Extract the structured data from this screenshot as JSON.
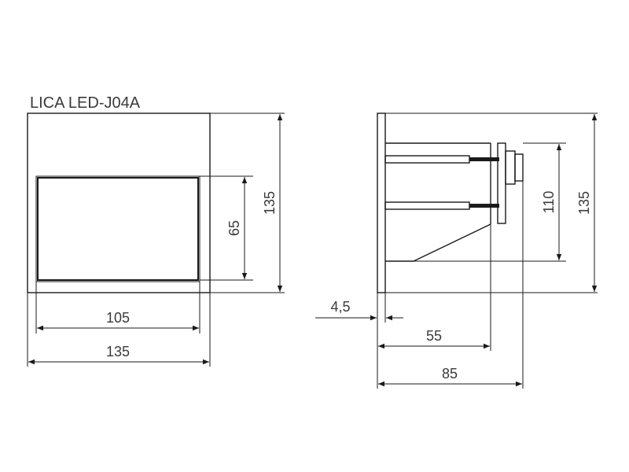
{
  "title": "LICA LED-J04A",
  "front_view": {
    "window_width": "105",
    "overall_width": "135",
    "window_height": "65",
    "overall_height": "135"
  },
  "side_view": {
    "plate_thickness": "4,5",
    "mount_depth": "55",
    "overall_depth": "85",
    "box_height": "110",
    "overall_height": "135"
  }
}
